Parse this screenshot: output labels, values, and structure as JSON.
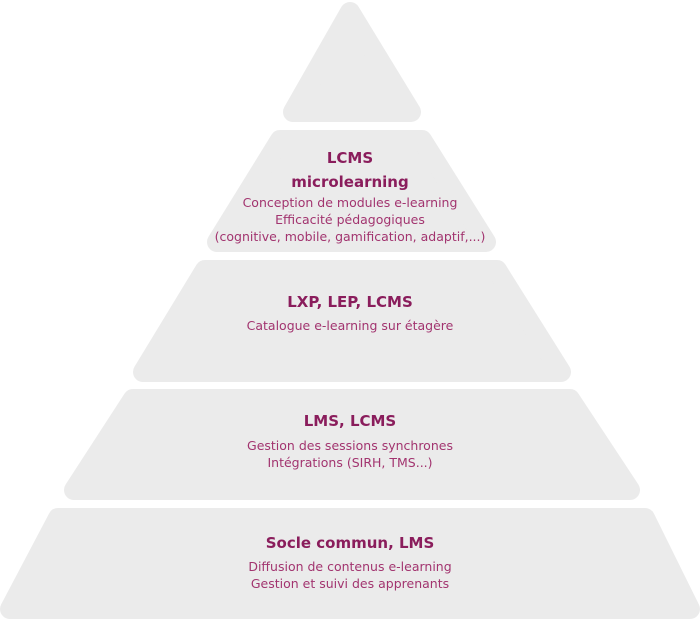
{
  "colors": {
    "tier_fill": "#ebebeb",
    "title": "#8a1d5c",
    "text": "#a2346f"
  },
  "tiers": [
    {
      "titles": [],
      "lines": []
    },
    {
      "titles": [
        "LCMS",
        "microlearning"
      ],
      "lines": [
        "Conception de modules e-learning",
        "Efficacité pédagogiques",
        "(cognitive, mobile, gamification, adaptif,...)"
      ]
    },
    {
      "titles": [
        "LXP, LEP, LCMS"
      ],
      "lines": [
        "Catalogue e-learning sur étagère"
      ]
    },
    {
      "titles": [
        "LMS, LCMS"
      ],
      "lines": [
        "Gestion des sessions synchrones",
        "Intégrations (SIRH, TMS...)"
      ]
    },
    {
      "titles": [
        "Socle commun, LMS"
      ],
      "lines": [
        "Diffusion de contenus e-learning",
        "Gestion et suivi des apprenants"
      ]
    }
  ]
}
